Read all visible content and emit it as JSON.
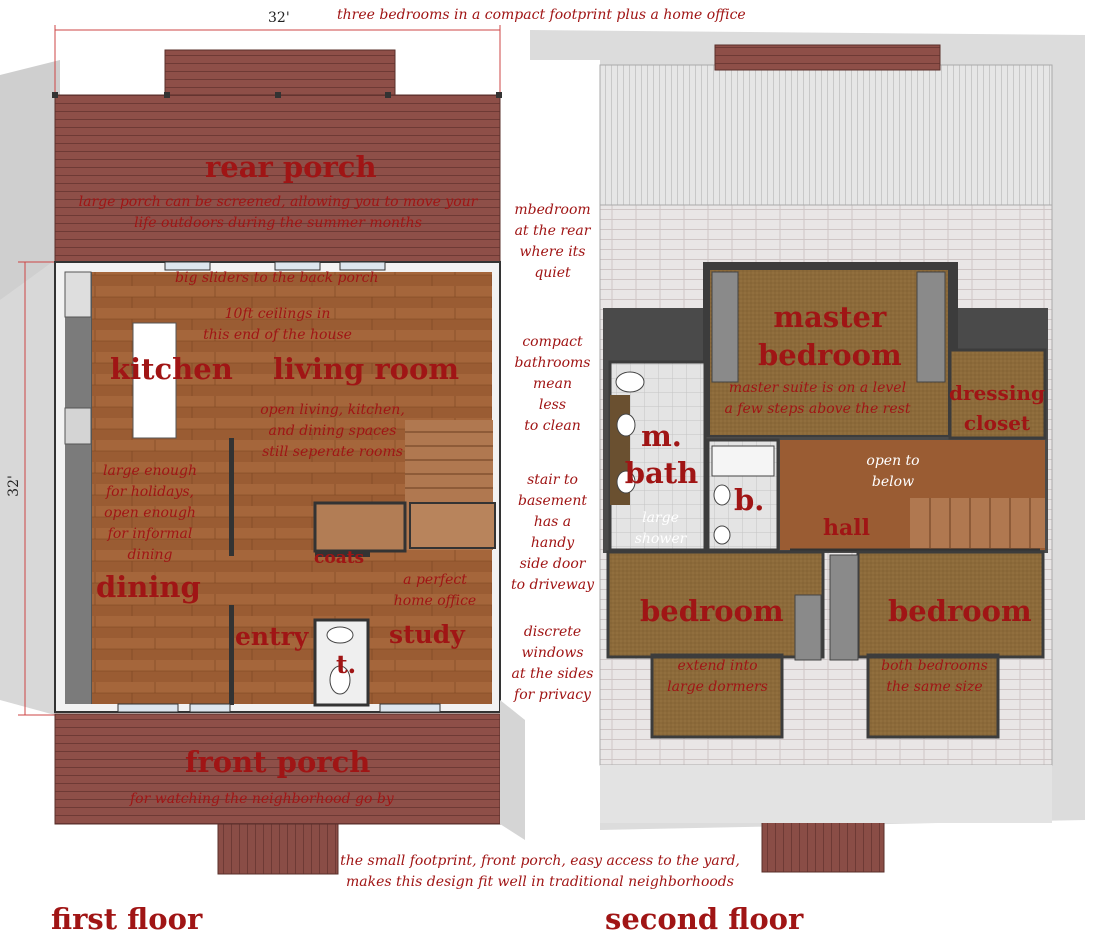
{
  "header": {
    "tagline": "three bedrooms in a compact footprint plus a home office"
  },
  "dimensions": {
    "width": "32'",
    "depth": "32'"
  },
  "first_floor": {
    "title": "first floor",
    "rear_porch": {
      "label": "rear porch",
      "note_line1": "large porch can be screened, allowing you to move your",
      "note_line2": "life outdoors during the summer months"
    },
    "sliders_note": "big sliders to the back porch",
    "ceilings_note_line1": "10ft ceilings in",
    "ceilings_note_line2": "this end of the house",
    "kitchen": "kitchen",
    "living_room": "living room",
    "open_note_line1": "open living, kitchen,",
    "open_note_line2": "and dining spaces",
    "open_note_line3": "still seperate rooms",
    "dining_note_line1": "large enough",
    "dining_note_line2": "for holidays,",
    "dining_note_line3": "open enough",
    "dining_note_line4": "for informal",
    "dining_note_line5": "dining",
    "dining": "dining",
    "coats": "coats",
    "office_note_line1": "a perfect",
    "office_note_line2": "home office",
    "entry": "entry",
    "toilet": "t.",
    "study": "study",
    "front_porch": {
      "label": "front porch",
      "note": "for watching the neighborhood go by"
    }
  },
  "second_floor": {
    "title": "second floor",
    "master_bedroom_line1": "master",
    "master_bedroom_line2": "bedroom",
    "master_note_line1": "master suite is on a level",
    "master_note_line2": "a few steps above the rest",
    "dressing_line1": "dressing",
    "dressing_line2": "closet",
    "m_bath_line1": "m.",
    "m_bath_line2": "bath",
    "shower_line1": "large",
    "shower_line2": "shower",
    "b_bath": "b.",
    "open_below_line1": "open to",
    "open_below_line2": "below",
    "hall": "hall",
    "bedroom_left": "bedroom",
    "bedroom_right": "bedroom",
    "dormer_note_line1": "extend into",
    "dormer_note_line2": "large dormers",
    "same_size_line1": "both bedrooms",
    "same_size_line2": "the same size"
  },
  "side_notes": {
    "n1": [
      "mbedroom",
      "at the rear",
      "where its",
      "quiet"
    ],
    "n2": [
      "compact",
      "bathrooms",
      "mean",
      "less",
      "to clean"
    ],
    "n3": [
      "stair to",
      "basement",
      "has a",
      "handy",
      "side door",
      "to driveway"
    ],
    "n4": [
      "discrete",
      "windows",
      "at the sides",
      "for privacy"
    ]
  },
  "footer": {
    "line1": "the small footprint, front porch, easy access to the yard,",
    "line2": "makes this design fit well in traditional neighborhoods"
  },
  "colors": {
    "label_red": "#a01515",
    "wood_floor": "#9a5c33",
    "porch_deck": "#8e4f48",
    "carpet": "#8c6a3a",
    "tile": "#dcdcdc",
    "wall": "#4a4a4a"
  }
}
